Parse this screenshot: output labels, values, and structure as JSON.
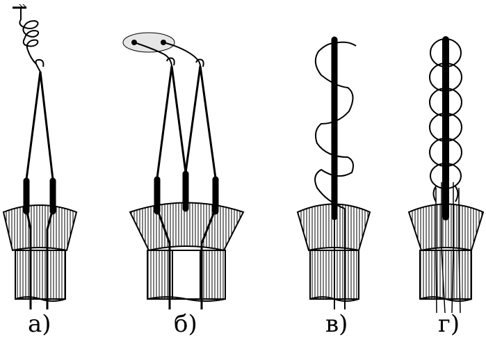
{
  "captions": {
    "a": "а)",
    "b": "б)",
    "v": "в)",
    "g": "г)"
  },
  "colors": {
    "ink": "#000000",
    "background": "#ffffff",
    "insulator_fill": "#e6e6e6"
  }
}
